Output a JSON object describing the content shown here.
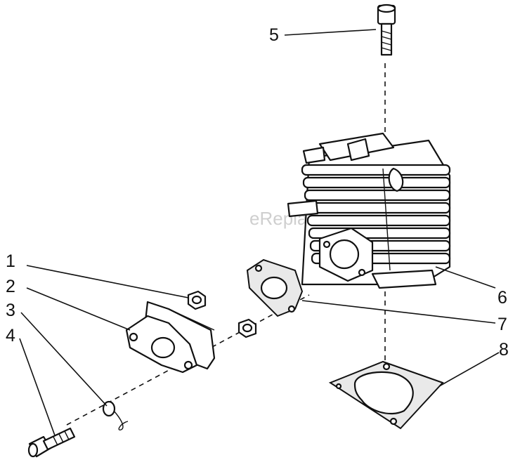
{
  "watermark": "eReplacementParts.com",
  "callouts": [
    "1",
    "2",
    "3",
    "4",
    "5",
    "6",
    "7",
    "8"
  ]
}
